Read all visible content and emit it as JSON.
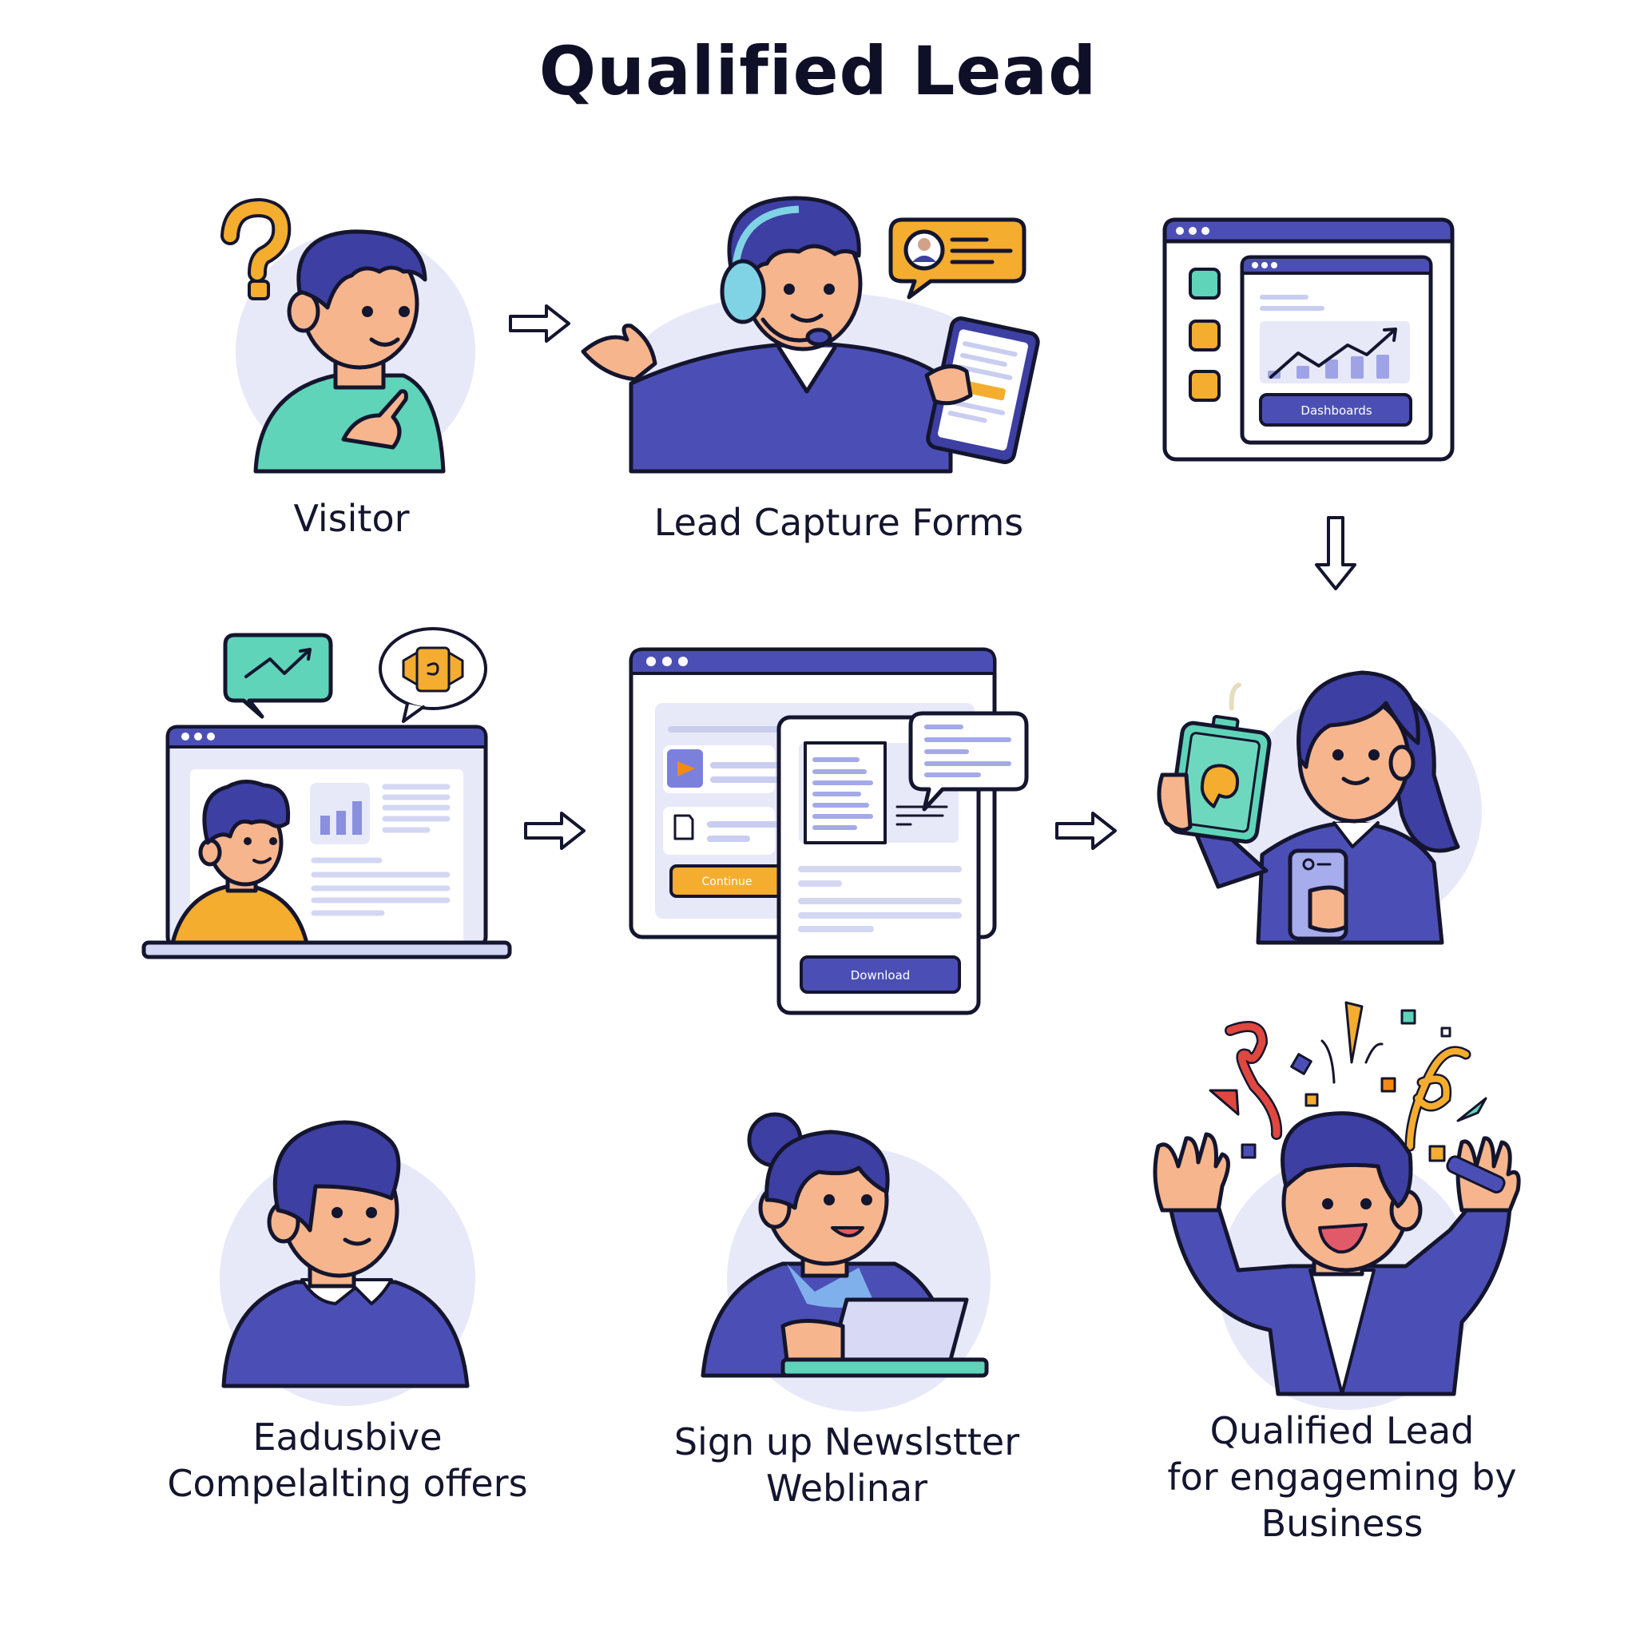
{
  "title": "Qualified Lead",
  "colors": {
    "ink": "#14152e",
    "indigo": "#4b4fb5",
    "indigo_dark": "#3d3fa3",
    "teal": "#5fd4b8",
    "amber": "#f4ad2f",
    "skin": "#f6b58c",
    "lavender": "#e7e9f8",
    "line_placeholder": "#c9cdf0",
    "confetti_red": "#e0473f"
  },
  "steps": [
    {
      "id": "visitor",
      "label": "Visitor",
      "icon": "question-mark-icon"
    },
    {
      "id": "lead-capture-forms",
      "label": "Lead Capture Forms",
      "icon": "headset-agent-icon"
    },
    {
      "id": "dashboard",
      "label": "",
      "button_text": "Dashboards",
      "icon": "browser-dashboard-icon"
    },
    {
      "id": "content-offer",
      "label": "",
      "icon": "laptop-content-icon"
    },
    {
      "id": "landing-page",
      "label": "",
      "orange_button_text": "Continue",
      "blue_button_text": "Download",
      "icon": "landing-page-form-icon"
    },
    {
      "id": "mobile-engagement",
      "label": "",
      "icon": "mobile-phone-icon"
    },
    {
      "id": "offers",
      "label": "Eadusbive\nCompelalting offers",
      "icon": "person-avatar-icon"
    },
    {
      "id": "newsletter",
      "label": "Sign up Newslstter\nWeblinar",
      "icon": "laptop-user-icon"
    },
    {
      "id": "qualified-lead",
      "label": "Qualified Lead\nfor engageming by\nBusiness",
      "icon": "celebration-icon"
    }
  ],
  "arrows": [
    {
      "from": "visitor",
      "to": "lead-capture-forms",
      "direction": "right"
    },
    {
      "from": "dashboard",
      "to": "mobile-engagement",
      "direction": "down"
    },
    {
      "from": "content-offer",
      "to": "landing-page",
      "direction": "right"
    },
    {
      "from": "landing-page",
      "to": "mobile-engagement",
      "direction": "right"
    }
  ]
}
